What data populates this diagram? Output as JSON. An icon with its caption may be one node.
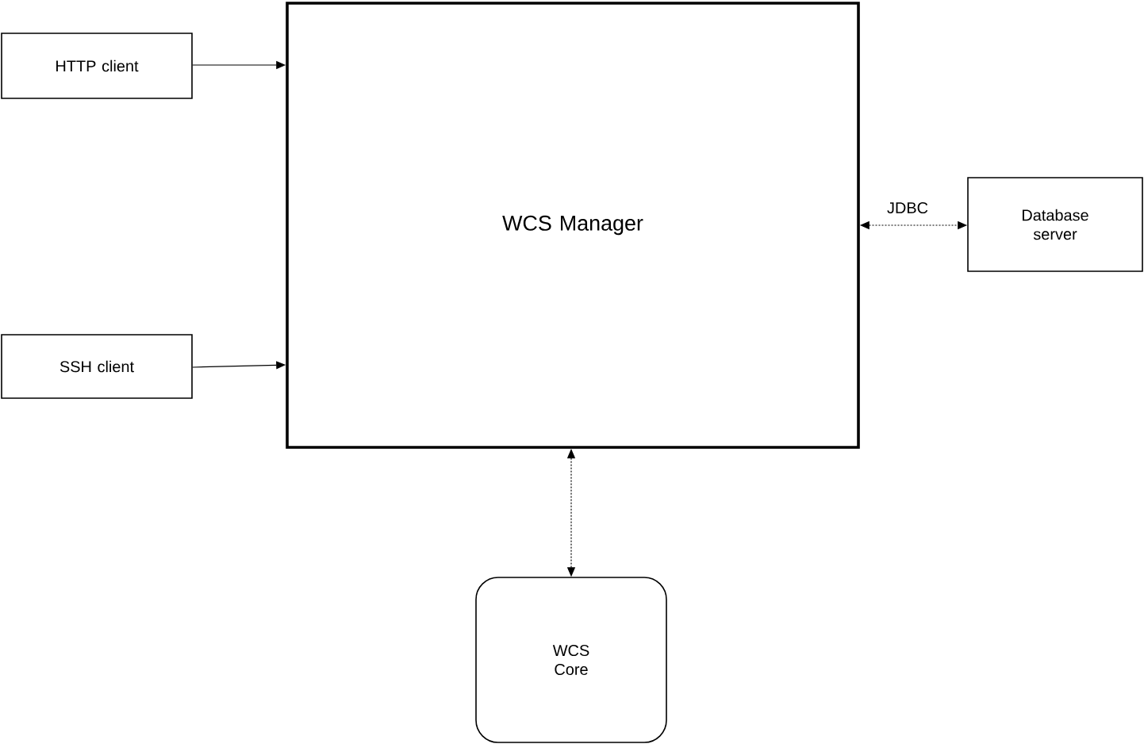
{
  "diagram": {
    "nodes": [
      {
        "text": [
          "HTTP client"
        ]
      },
      {
        "text": [
          "SSH client"
        ]
      },
      {
        "text": [
          "WCS Manager"
        ]
      },
      {
        "text": [
          "Database server"
        ]
      },
      {
        "text": [
          "WCS Core"
        ]
      }
    ],
    "edges": [
      {
        "from": 0,
        "to": 2,
        "arrow": "to"
      },
      {
        "from": 1,
        "to": 2,
        "arrow": "to"
      },
      {
        "from": 2,
        "to": 3,
        "arrow": "both",
        "label": "JDBC",
        "style": "dashed"
      },
      {
        "from": 2,
        "to": 4,
        "arrow": "both",
        "style": "dashed"
      }
    ]
  }
}
